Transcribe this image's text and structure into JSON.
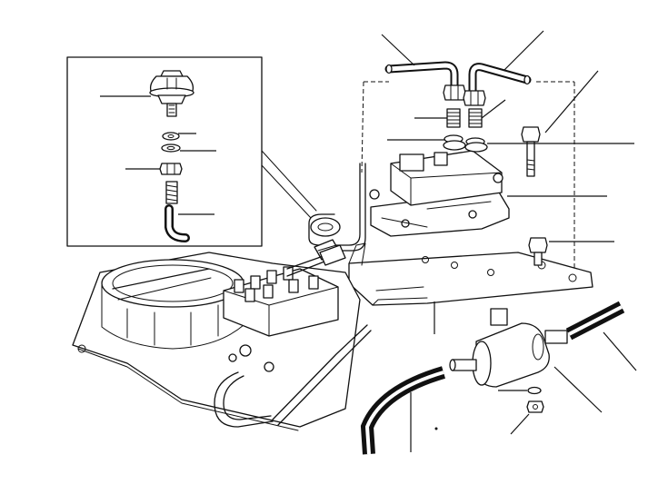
{
  "diagram": {
    "callout_count": 16,
    "colors": {
      "line": "#111111",
      "background": "#ffffff"
    },
    "components": [
      "inset-pressure-regulator",
      "inset-washer",
      "inset-nut",
      "inset-spring-pipe",
      "inset-hose-elbow",
      "fuel-distributor",
      "fuel-pipes",
      "pipe-unions",
      "mounting-bolt",
      "mounting-bracket",
      "throttle-body",
      "fuel-filter",
      "fuel-hose-inlet",
      "fuel-hose-outlet",
      "filter-nut",
      "filter-washer"
    ]
  }
}
